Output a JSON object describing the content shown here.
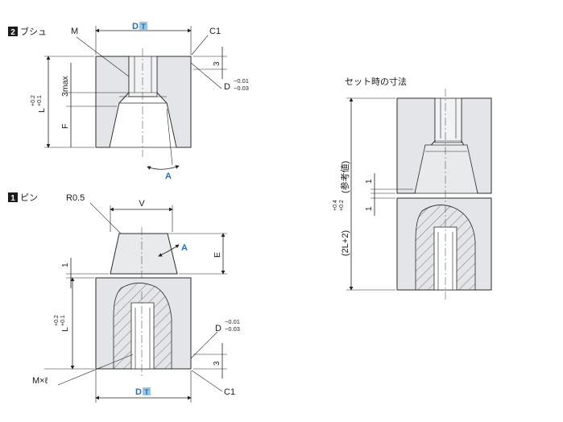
{
  "bushing": {
    "number": "2",
    "title": "ブシュ",
    "labels": {
      "m": "M",
      "d": "D",
      "t": "T",
      "c1": "C1",
      "three": "3",
      "d_tol_upper": "−0.01",
      "d_tol_lower": "−0.03",
      "d_prefix": "D",
      "three_max": "3max",
      "l_tol_upper": "+0.2",
      "l_tol_lower": "+0.1",
      "l": "L",
      "f": "F",
      "a": "A"
    }
  },
  "pin": {
    "number": "1",
    "title": "ピン",
    "labels": {
      "r": "R0.5",
      "v": "V",
      "a": "A",
      "e": "E",
      "one": "1",
      "l_tol_upper": "+0.2",
      "l_tol_lower": "+0.1",
      "l": "L",
      "d_prefix": "D",
      "d_tol_upper": "−0.01",
      "d_tol_lower": "−0.03",
      "three": "3",
      "mxl": "M×ℓ",
      "d": "D",
      "t": "T",
      "c1": "C1"
    }
  },
  "assembly": {
    "title": "セット時の寸法",
    "one_top": "1",
    "one_bottom": "1",
    "dim_label": "(2L+2)",
    "dim_tol_upper": "+0.4",
    "dim_tol_lower": "+0.2",
    "dim_note": "(参考値)"
  },
  "colors": {
    "body_fill": "#e3e5e8",
    "accent_blue": "#1f6fb8",
    "line": "#2b2b2b"
  }
}
